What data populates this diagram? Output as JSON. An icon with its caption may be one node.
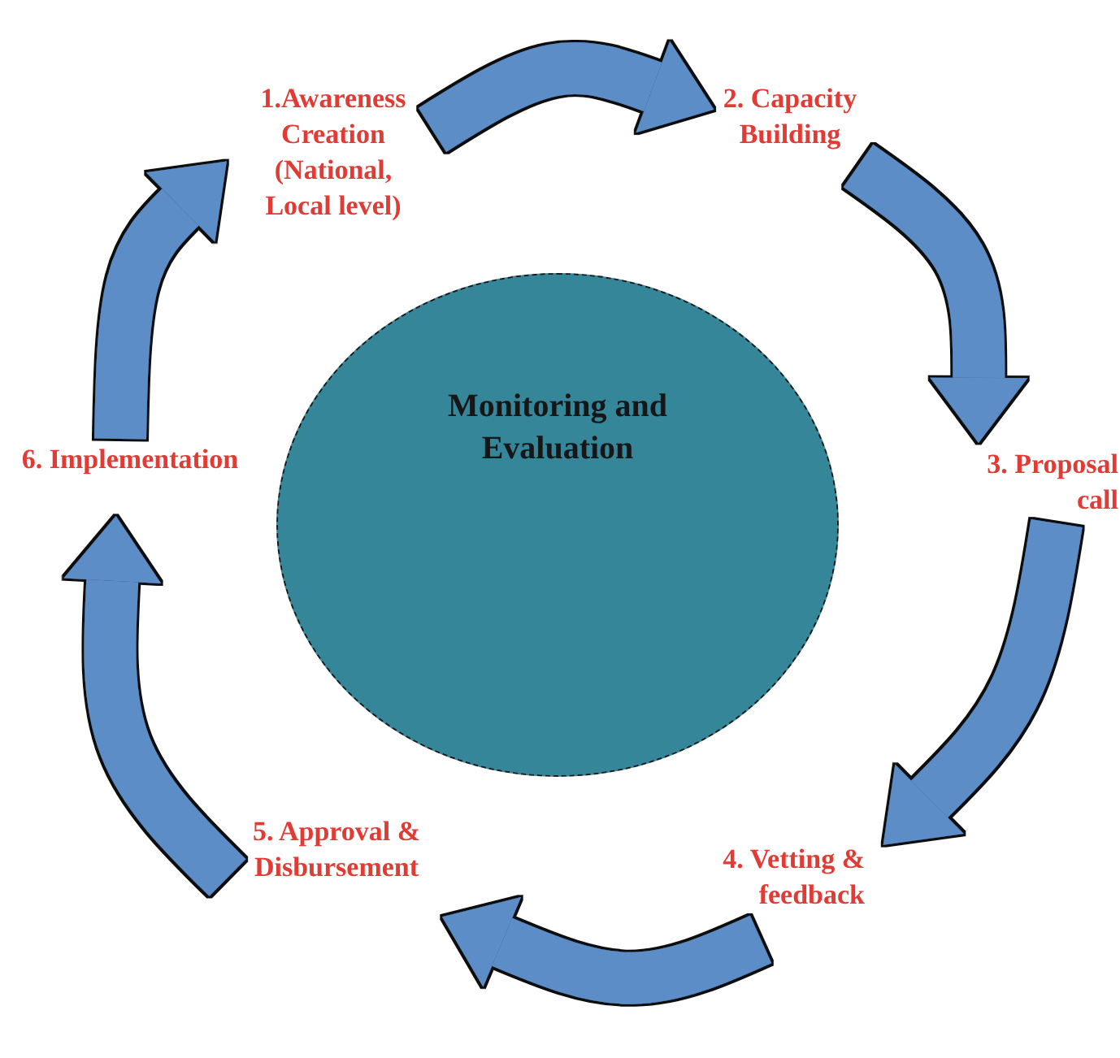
{
  "diagram": {
    "nodes": [
      {
        "text": [
          "Monitoring and Evaluation"
        ]
      },
      {
        "text": [
          "1.Awareness Creation (National, Local level)"
        ]
      },
      {
        "text": [
          "2. Capacity Building"
        ]
      },
      {
        "text": [
          "3. Proposal call"
        ]
      },
      {
        "text": [
          "4. Vetting & feedback"
        ]
      },
      {
        "text": [
          "5. Approval & Disbursement"
        ]
      },
      {
        "text": [
          "6. Implementation"
        ]
      }
    ],
    "edges": [
      {
        "from": 1,
        "to": 2,
        "arrow": "to"
      },
      {
        "from": 2,
        "to": 3,
        "arrow": "to"
      },
      {
        "from": 3,
        "to": 4,
        "arrow": "to"
      },
      {
        "from": 4,
        "to": 5,
        "arrow": "to"
      },
      {
        "from": 5,
        "to": 6,
        "arrow": "to"
      },
      {
        "from": 6,
        "to": 1,
        "arrow": "to"
      }
    ]
  }
}
